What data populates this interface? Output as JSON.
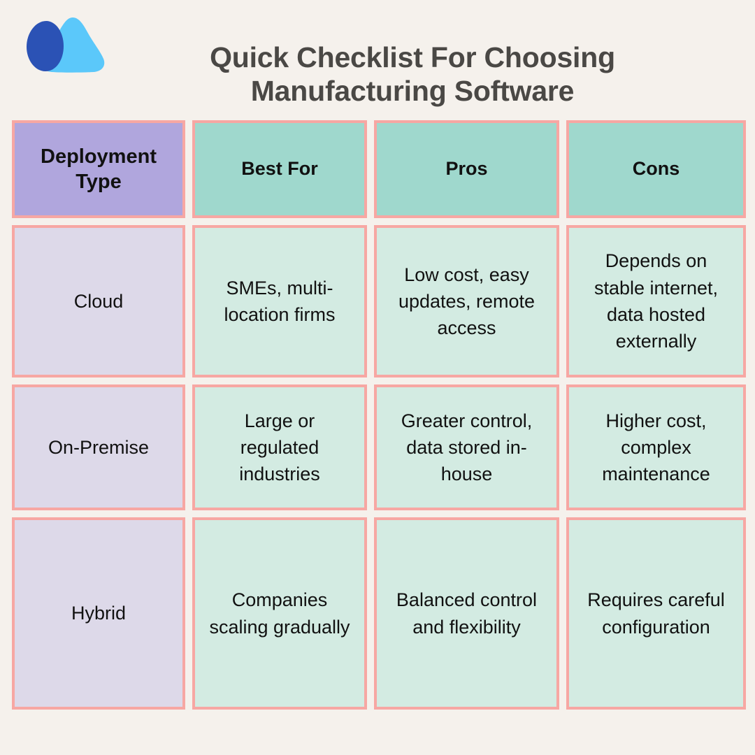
{
  "header": {
    "title_line1": "Quick Checklist For Choosing",
    "title_line2": "Manufacturing Software",
    "logo_name": "mountain-logo",
    "logo_colors": {
      "dark_blue": "#2b52b5",
      "light_blue": "#5bc8fa"
    }
  },
  "colors": {
    "background": "#f5f1ec",
    "cell_border": "#f7a7a3",
    "header_first_bg": "#b0a6dd",
    "header_bg": "#9fd8cd",
    "body_first_bg": "#ddd9e9",
    "body_bg": "#d3ebe2",
    "title_text": "#4a4845",
    "cell_text": "#111111"
  },
  "table": {
    "columns": [
      "Deployment Type",
      "Best For",
      "Pros",
      "Cons"
    ],
    "rows": [
      {
        "deployment_type": "Cloud",
        "best_for": "SMEs, multi-location firms",
        "pros": "Low cost, easy updates, remote access",
        "cons": "Depends on stable internet, data hosted externally"
      },
      {
        "deployment_type": "On-Premise",
        "best_for": "Large or regulated industries",
        "pros": "Greater control, data stored in-house",
        "cons": "Higher cost, complex maintenance"
      },
      {
        "deployment_type": "Hybrid",
        "best_for": "Companies scaling gradually",
        "pros": "Balanced control and flexibility",
        "cons": "Requires careful configuration"
      }
    ]
  }
}
